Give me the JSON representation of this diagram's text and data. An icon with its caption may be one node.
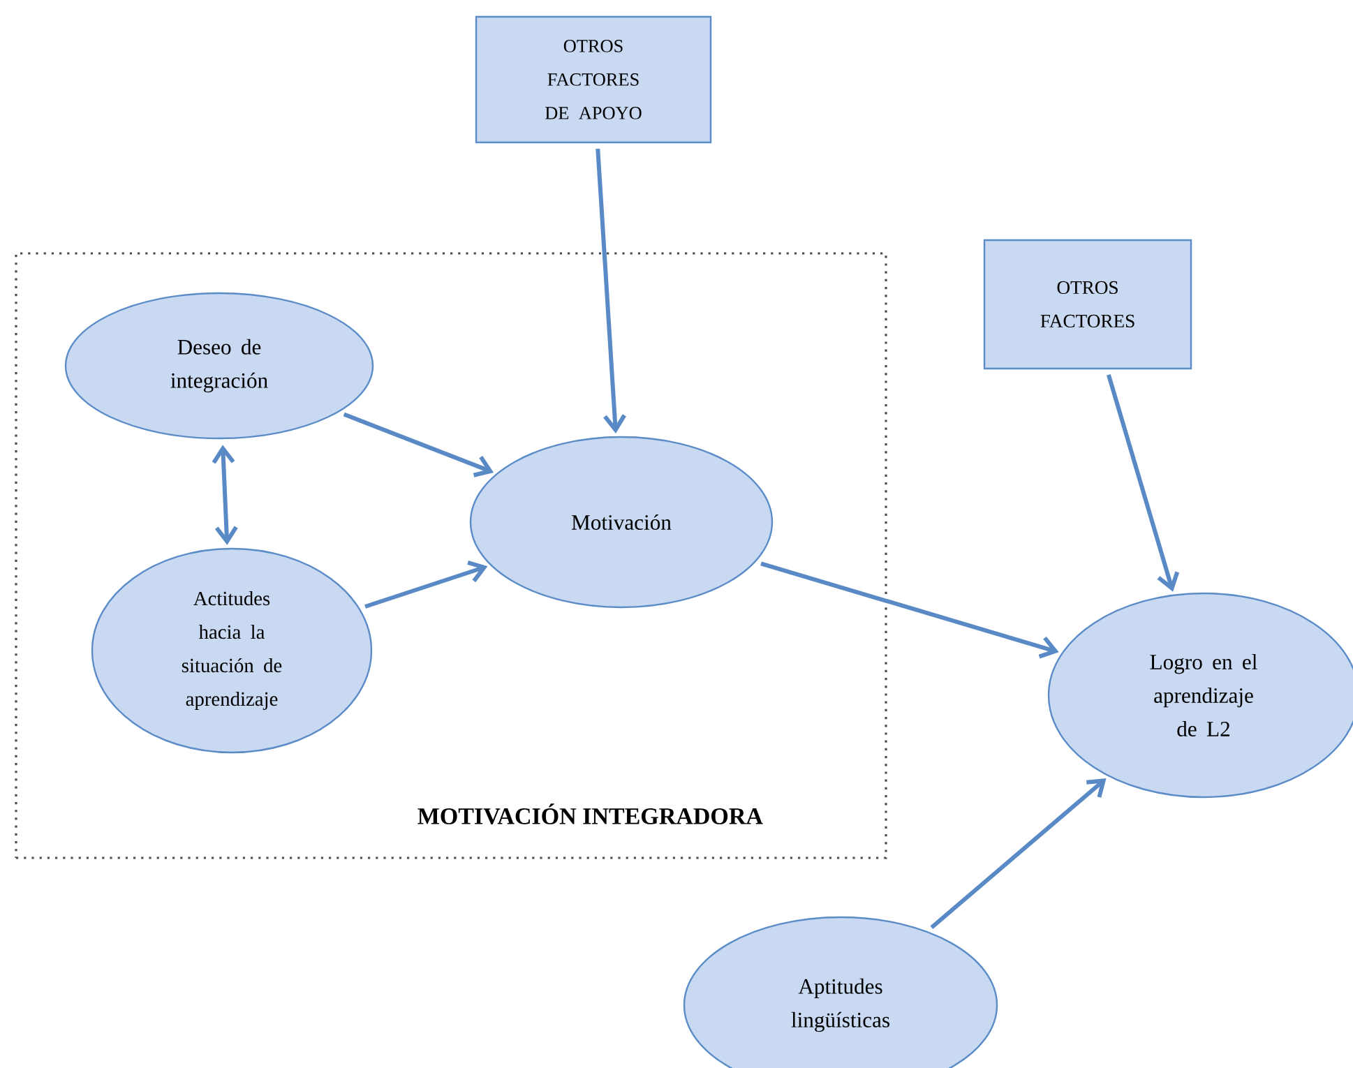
{
  "diagram": {
    "nodes": [
      {
        "text": [
          "OTROS FACTORES DE APOYO"
        ]
      },
      {
        "text": [
          "MOTIVACIÓN INTEGRADORA"
        ]
      },
      {
        "text": [
          "Deseo de integración"
        ],
        "in": 1
      },
      {
        "text": [
          "Actitudes hacia la situación de aprendizaje"
        ],
        "in": 1
      },
      {
        "text": [
          "Motivación"
        ],
        "in": 1
      },
      {
        "text": [
          "OTROS FACTORES"
        ]
      },
      {
        "text": [
          "Logro en el aprendizaje de L2"
        ]
      },
      {
        "text": [
          "Aptitudes lingüísticas"
        ]
      }
    ],
    "edges": [
      {
        "from": 0,
        "to": 4,
        "arrow": "to"
      },
      {
        "from": 2,
        "to": 4,
        "arrow": "to"
      },
      {
        "from": 3,
        "to": 4,
        "arrow": "to"
      },
      {
        "from": 2,
        "to": 3,
        "arrow": "both"
      },
      {
        "from": 4,
        "to": 6,
        "arrow": "to"
      },
      {
        "from": 5,
        "to": 6,
        "arrow": "to"
      },
      {
        "from": 7,
        "to": 6,
        "arrow": "to"
      }
    ]
  }
}
